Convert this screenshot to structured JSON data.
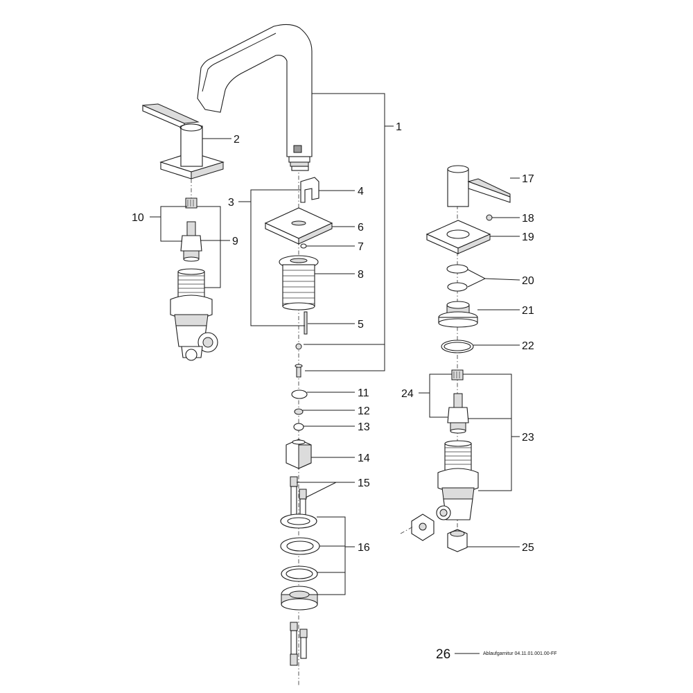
{
  "labels": {
    "p1": "1",
    "p2": "2",
    "p3": "3",
    "p4": "4",
    "p5": "5",
    "p6": "6",
    "p7": "7",
    "p8": "8",
    "p9": "9",
    "p10": "10",
    "p11": "11",
    "p12": "12",
    "p13": "13",
    "p14": "14",
    "p15": "15",
    "p16": "16",
    "p17": "17",
    "p18": "18",
    "p19": "19",
    "p20": "20",
    "p21": "21",
    "p22": "22",
    "p23": "23",
    "p24": "24",
    "p25": "25",
    "p26": "26"
  },
  "note": "Ablaufgarnitur 04.11.01.001.00-FF"
}
